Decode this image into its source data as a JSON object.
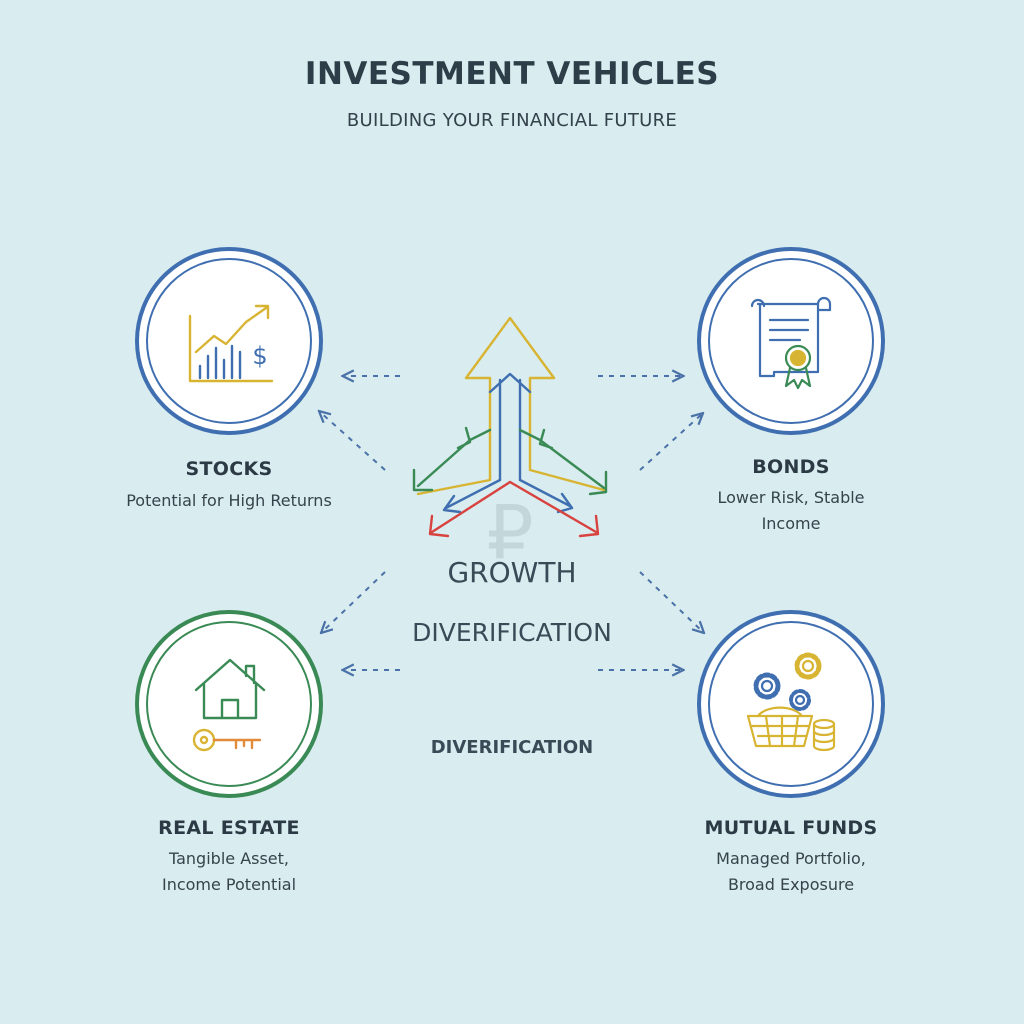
{
  "header": {
    "title": "INVESTMENT VEHICLES",
    "subtitle": "BUILDING YOUR FINANCIAL FUTURE"
  },
  "center": {
    "growth_label": "GROWTH",
    "diversification_label": "DIVERIFICATION",
    "diversification_label_small": "DIVERIFICATION",
    "currency_symbol": "₽"
  },
  "cards": {
    "stocks": {
      "title": "STOCKS",
      "desc_line1": "Potential for High Returns",
      "desc_line2": ""
    },
    "bonds": {
      "title": "BONDS",
      "desc_line1": "Lower Risk, Stable",
      "desc_line2": "Income"
    },
    "real_estate": {
      "title": "REAL ESTATE",
      "desc_line1": "Tangible Asset,",
      "desc_line2": "Income Potential"
    },
    "mutual_funds": {
      "title": "MUTUAL FUNDS",
      "desc_line1": "Managed Portfolio,",
      "desc_line2": "Broad Exposure"
    }
  },
  "icons": {
    "stocks": "bar-chart-dollar-icon",
    "bonds": "certificate-scroll-icon",
    "real_estate": "house-key-icon",
    "mutual_funds": "gears-basket-coins-icon"
  },
  "colors": {
    "background": "#d9ecef",
    "blue": "#3f6fb0",
    "green": "#3a8a55",
    "gold": "#d8b433",
    "red": "#d8423f",
    "orange": "#e08a3a"
  }
}
